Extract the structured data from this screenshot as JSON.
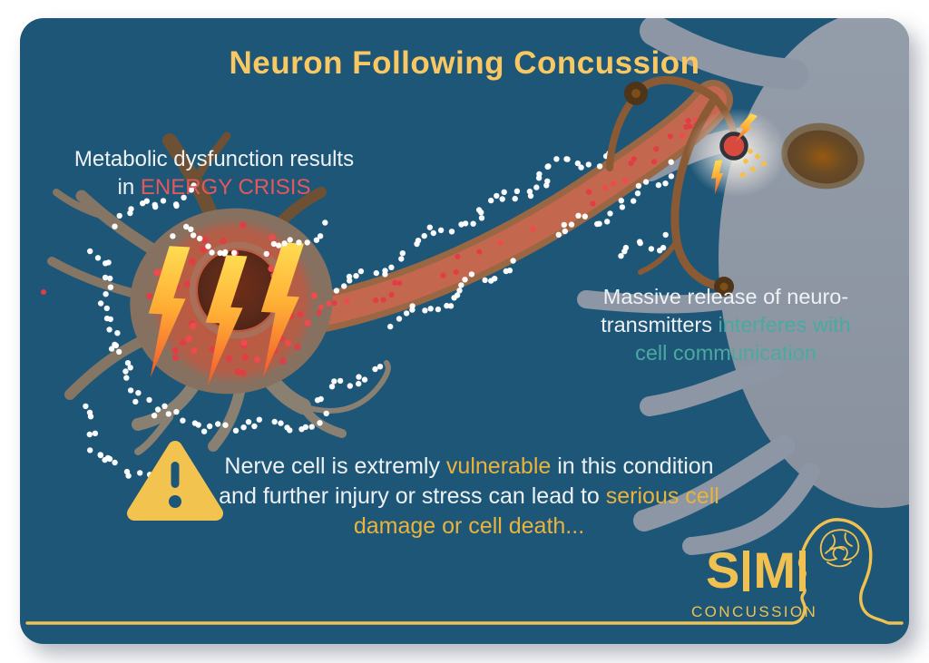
{
  "title": "Neuron Following Concussion",
  "annotations": {
    "metabolic": {
      "line1": "Metabolic dysfunction results",
      "line2_prefix": "in ",
      "line2_highlight": "ENERGY CRISIS"
    },
    "neurotransmitters": {
      "line1": "Massive release of neuro-",
      "line2_prefix": "transmitters ",
      "line2_highlight": "interferes with",
      "line3_highlight": "cell communication"
    },
    "warning": {
      "line1_pre": "Nerve cell is extremly ",
      "line1_highlight": "vulnerable",
      "line1_post": " in this condition",
      "line2_pre": "and further injury or stress can lead to ",
      "line2_highlight": "serious cell",
      "line3_highlight": "damage or cell death..."
    }
  },
  "logo": {
    "letter1": "S",
    "letter2": "M",
    "subtitle": "CONCUSSION"
  },
  "icons": {
    "warning": "warning-triangle-icon",
    "energy": "lightning-bolt-icon",
    "logo_head": "head-with-brain-icon"
  },
  "colors": {
    "page_bg": "#ffffff",
    "card_bg": "#1e5677",
    "title_gold": "#f9c863",
    "body_text": "#eef2f4",
    "red_highlight": "#e4585c",
    "teal_highlight": "#4ba9a1",
    "yellow_highlight": "#e9b33d",
    "logo_gold": "#f0c150",
    "triangle_gold": "#f2c34e"
  }
}
